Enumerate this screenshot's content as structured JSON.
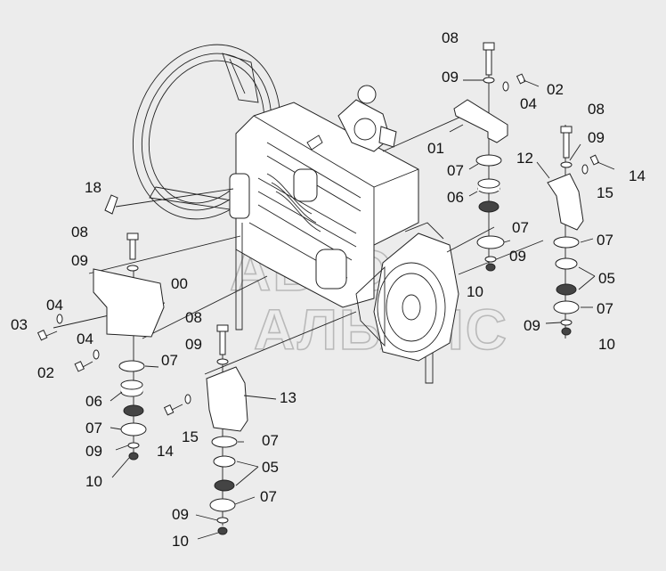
{
  "watermark": {
    "line1": "АВТО",
    "line2": "АЛЬЯНС"
  },
  "labels": {
    "p08_top": "08",
    "p09_top": "09",
    "p02_top": "02",
    "p04_top": "04",
    "p01": "01",
    "p07_a": "07",
    "p06_a": "06",
    "p07_b": "07",
    "p09_b": "09",
    "p10_b": "10",
    "p08_right": "08",
    "p09_right": "09",
    "p12": "12",
    "p14_right": "14",
    "p15_right": "15",
    "p07_r1": "07",
    "p05_r": "05",
    "p07_r2": "07",
    "p09_r": "09",
    "p10_r": "10",
    "p18": "18",
    "p08_left": "08",
    "p09_left": "09",
    "p00": "00",
    "p04_l1": "04",
    "p03": "03",
    "p04_l2": "04",
    "p02_left": "02",
    "p07_l": "07",
    "p06_l": "06",
    "p07_l2": "07",
    "p09_l": "09",
    "p10_l": "10",
    "p08_mid": "08",
    "p09_mid": "09",
    "p13": "13",
    "p14_mid": "14",
    "p15_mid": "15",
    "p07_m1": "07",
    "p05_m": "05",
    "p07_m2": "07",
    "p09_m": "09",
    "p10_m": "10"
  }
}
